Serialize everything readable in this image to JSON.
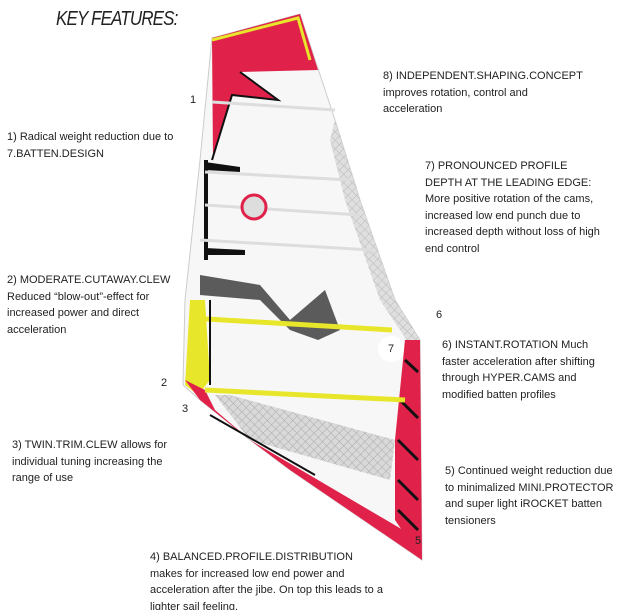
{
  "title": "KEY FEATURES:",
  "markers": [
    "1",
    "2",
    "3",
    "5",
    "6",
    "7"
  ],
  "notes": {
    "f1": [
      "1) Radical weight reduction due to",
      "7.BATTEN.DESIGN"
    ],
    "f2": [
      "2) MODERATE.CUTAWAY.CLEW",
      "Reduced “blow-out”-effect for",
      "increased power and direct",
      "acceleration"
    ],
    "f3": [
      "3) TWIN.TRIM.CLEW allows for",
      "individual tuning increasing the",
      "range of use"
    ],
    "f4": [
      "4) BALANCED.PROFILE.DISTRIBUTION",
      "makes for increased low end power and",
      "acceleration after the jibe. On top this leads to a",
      "lighter sail feeling."
    ],
    "f5": [
      "5) Continued weight reduction due",
      "to minimalized MINI.PROTECTOR",
      "and super light iROCKET batten",
      "tensioners"
    ],
    "f6": [
      "6) INSTANT.ROTATION Much",
      "faster acceleration after shifting",
      "through HYPER.CAMS and",
      "modified batten profiles"
    ],
    "f7": [
      "7) PRONOUNCED PROFILE",
      "DEPTH AT THE LEADING EDGE:",
      "More positive rotation of the cams,",
      "increased low end punch due to",
      "increased depth without loss of high",
      "end control"
    ],
    "f8": [
      "8) INDEPENDENT.SHAPING.CONCEPT",
      "improves rotation, control and",
      "acceleration"
    ]
  },
  "colors": {
    "red": "#e0224a",
    "yellow": "#e8e62a",
    "black": "#111111",
    "grey": "#9a9a9a"
  }
}
